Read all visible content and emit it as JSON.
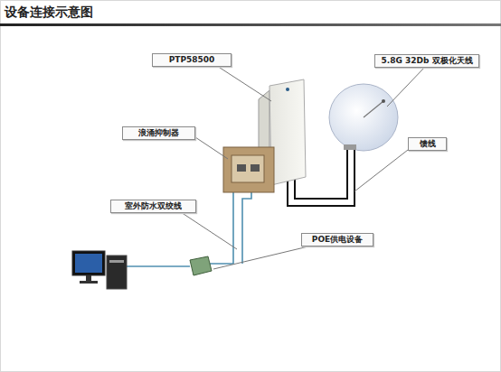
{
  "diagram": {
    "title": "设备连接示意图",
    "nodes": [
      {
        "text": [
          "PTP58500"
        ]
      },
      {
        "text": [
          "5.8G 32Db 双极化天线"
        ]
      },
      {
        "text": [
          "浪涌抑制器"
        ]
      },
      {
        "text": [
          "馈线"
        ]
      },
      {
        "text": [
          "室外防水双绞线"
        ]
      },
      {
        "text": [
          "POE供电设备"
        ]
      }
    ]
  }
}
